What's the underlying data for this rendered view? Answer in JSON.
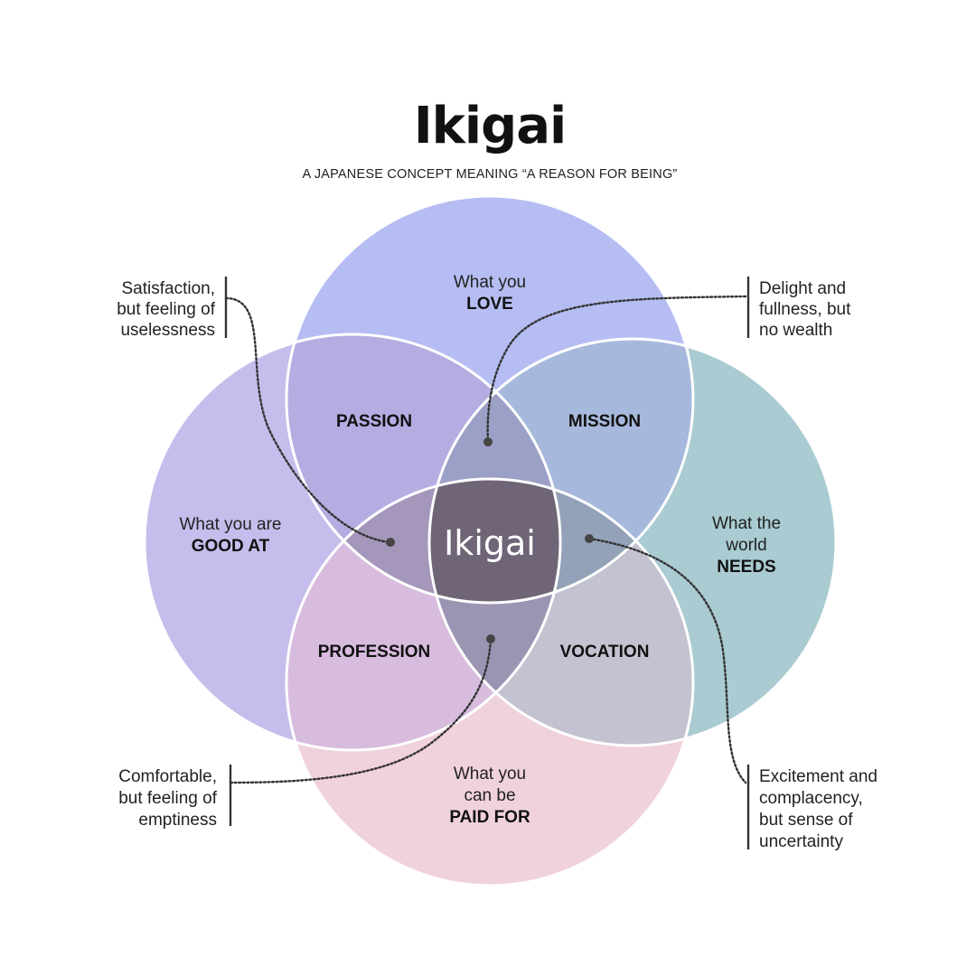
{
  "title": "Ikigai",
  "subtitle": "A JAPANESE CONCEPT MEANING “A REASON FOR BEING”",
  "circles": {
    "love": {
      "line1": "What you",
      "bold": "LOVE",
      "color": "#b6bdf3"
    },
    "good_at": {
      "line1": "What you are",
      "bold": "GOOD AT",
      "color": "#c7bdec"
    },
    "needs": {
      "line1": "What the",
      "line2": "world",
      "bold": "NEEDS",
      "color": "#a9cbd1"
    },
    "paid_for": {
      "line1": "What you",
      "line2": "can be",
      "bold": "PAID FOR",
      "color": "#f0d2dc"
    }
  },
  "regions": {
    "passion": "PASSION",
    "mission": "MISSION",
    "profession": "PROFESSION",
    "vocation": "VOCATION",
    "center": "Ikigai"
  },
  "region_colors": {
    "passion": "#b4ade2",
    "mission": "#a6b9dc",
    "profession": "#d7bcdd",
    "vocation": "#c2c2d1",
    "passion_mission": "#9ca0c6",
    "profession_vocation": "#9c94b3",
    "passion_profession": "#a596bc",
    "mission_vocation": "#93a2b8",
    "center": "#6f6577"
  },
  "notes": {
    "top_left": [
      "Satisfaction,",
      "but feeling of",
      "uselessness"
    ],
    "top_right": [
      "Delight and",
      "fullness, but",
      "no wealth"
    ],
    "bottom_left": [
      "Comfortable,",
      "but feeling of",
      "emptiness"
    ],
    "bottom_right": [
      "Excitement and",
      "complacency,",
      "but sense of",
      "uncertainty"
    ]
  }
}
